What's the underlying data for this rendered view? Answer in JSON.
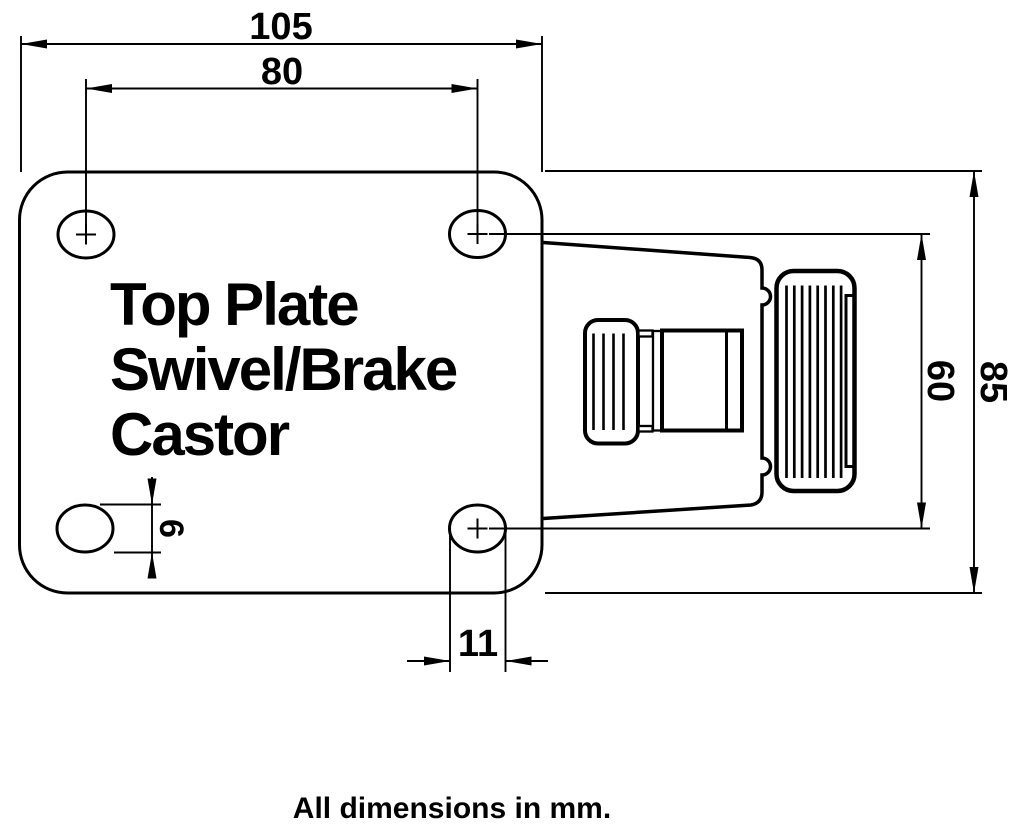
{
  "drawing": {
    "title_lines": [
      "Top Plate",
      "Swivel/Brake",
      "Castor"
    ],
    "note": "All dimensions in mm.",
    "dimensions": {
      "plate_width": "105",
      "hole_spacing_horizontal": "80",
      "wheel_span_vertical": "60",
      "plate_height": "85",
      "slot_height": "6",
      "hole_slot_width": "11"
    },
    "units": "mm",
    "colors": {
      "line": "#000000",
      "background": "#ffffff"
    }
  }
}
